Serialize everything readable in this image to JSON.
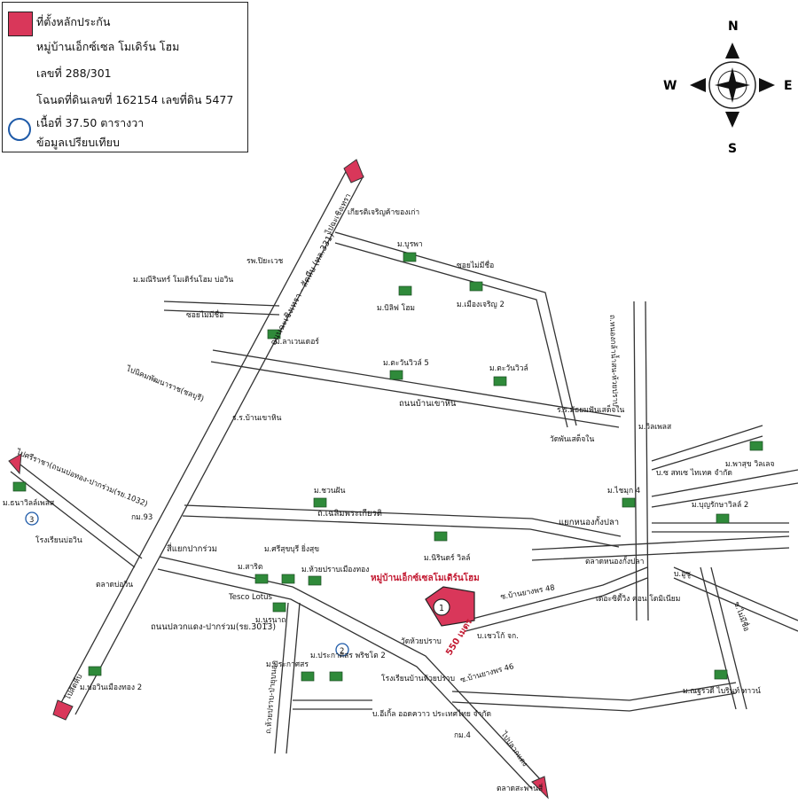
{
  "legend": {
    "line1": "ที่ตั้งหลักประกัน",
    "line2": "หมู่บ้านเอ็กซ์เซล โมเดิร์น โฮม",
    "line3": "เลขที่ 288/301",
    "line4": "โฉนดที่ดินเลขที่ 162154 เลขที่ดิน 5477",
    "line5": "เนื้อที่ 37.50 ตารางวา",
    "line6": "ข้อมูลเปรียบเทียบ"
  },
  "compass": {
    "n": "N",
    "s": "S",
    "e": "E",
    "w": "W"
  },
  "roads": {
    "main_highway": "ถนนฉะเชิงเทรา - สัตหีบ (ทล.331)",
    "to_chachoengsao": "ไปฉะเชิงเทรา",
    "to_sattahip": "ไปสัตหีบ",
    "to_sriracha": "ไปศรีราชา(ถนนบ่อทอง-ปากร่วม(รย.1032)",
    "to_nikhom": "ไปนิคมพัฒนาราช(ชลบุรี)",
    "khao_hin": "ถนนบ้านเขาหิน",
    "chaloem_phra": "ถ.เฉลิมพระเกียรติ",
    "plak_daeng": "ถนนปลวกแดง-ปากร่วม(รย.3013)",
    "nong_kla": "ถ.หนองกล้าน้ำสน-ห้วยปราบ",
    "huai_prab": "ถ.ห้วยปราบ-ป่ายุบนอก",
    "soi_no_name_1": "ซอยไม่มีชื่อ",
    "soi_no_name_2": "ซอยไม่มีชื่อ",
    "soi_no_name_3": "ซ.ไม่มีชื่อ",
    "soi_banyang_48": "ซ.บ้านยางพร 48",
    "soi_banyang_46": "ซ.บ้านยางพร 46",
    "to_plakdaeng": "ไปปลวกแดง",
    "junction_pakruam": "สี่แยกปากร่วม",
    "junction_nongkangpla": "แยกหนองกั้งปลา"
  },
  "places": {
    "kiat": "เกียรติเจริญค้าของเก่า",
    "burapha": "ม.บูรพา",
    "pyawet": "รพ.ปิยะเวช",
    "mani": "ม.มณีรินทร์ โมเดิร์นโฮม บ่อวิน",
    "lavender": "ม.ลาเวนเดอร์",
    "bliss": "ม.บิลิฟ โฮม",
    "mueang": "ม.เมืองเจริญ 2",
    "tawan5": "ม.ตะวันวิวล์ 5",
    "tawan": "ม.ตะวันวิวล์",
    "khaohin_school": "ร.ร.บ้านเขาหิน",
    "wat_sch": "ร.ร.มัธยมฟันเสด็จใน",
    "wat": "วัดพันเสด็จใน",
    "villa": "ม.วิลเพลส",
    "pasuk": "ม.พาสุข วิลเลจ",
    "esco": "บ.ซ สทเซ ไทเทค จำกัด",
    "chaimuk": "ม.ไชมุก 4",
    "bunyarak": "ม.บุญรักษาวิลล์ 2",
    "chuanfan": "ม.ชวนฝัน",
    "narin": "ม.นิรินดร์ วิลล์",
    "thanamon": "ม.ธนาวิลล์เพลส",
    "bowin_school": "โรงเรียนบ่อวิน",
    "km93": "กม.93",
    "bowin_market": "ตลาดบ่อวิน",
    "bowin_mueangthong": "ม.บ่อวินเมืองทอง 2",
    "sarisit": "ม.สาริต",
    "srisuk": "ม.ศรีสุขบุรี ยิ่งสุข",
    "huaiprap_mt": "ม.ห้วยปราบเมืองทอง",
    "tesco": "Tesco Lotus",
    "nurak": "ม.นูรนาถ",
    "subject": "หมู่บ้านเอ็กซ์เซลโมเดิร์นโฮม",
    "distance": "550 เมตร",
    "wat_huaiprap": "วัดห้วยปราบ",
    "school_huaiprap": "โรงเรียนบ้านห้วยปราบ",
    "bsk": "บ.เชวโก้ จก.",
    "prakasit": "ม.ประกาศสร",
    "prakasit2": "ม.ประกาศสร พริชโต 2",
    "eagle": "บ.อีเกิ้ล ออดควาว ประเทศไทย จำกัด",
    "km4": "กม.4",
    "market_saphan": "ตลาดสะพานสี่",
    "market_nongkang": "ตลาดหนองกั้งปลา",
    "bouchu": "บ.อูซู",
    "citylife": "เดอะซิตี้วิง คอน โดมิเนียม",
    "nakhon": "ม.ณฐรวดี ไบรินท์ ทาวน์"
  },
  "markers": {
    "m1": "1",
    "m2": "2",
    "m3": "3"
  },
  "colors": {
    "subject": "#d9375a",
    "route_arrow": "#d9375a",
    "comparison": "#1e5aa8"
  }
}
